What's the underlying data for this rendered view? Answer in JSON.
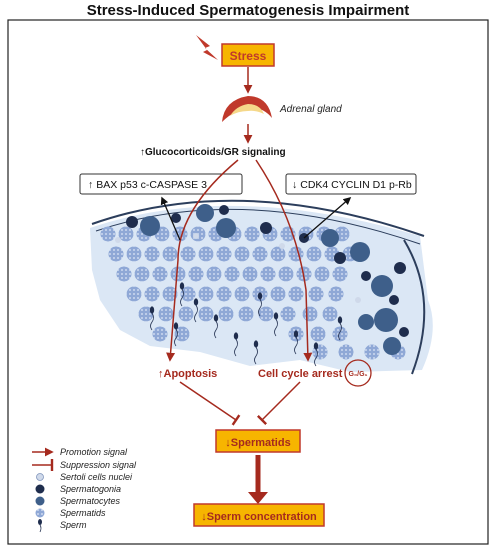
{
  "title": "Stress-Induced Spermatogenesis Impairment",
  "nodes": {
    "stress": "Stress",
    "adrenal": "Adrenal gland",
    "gc_arrow": "↑",
    "gc": "Glucocorticoids/GR signaling",
    "up_arrow": "↑",
    "up_markers": "BAX p53 c-CASPASE 3",
    "down_arrow": "↓",
    "down_markers": "CDK4 CYCLIN D1 p-Rb",
    "apoptosis_arrow": "↑",
    "apoptosis": "Apoptosis",
    "arrest": "Cell cycle arrest",
    "phase": "G₀/G₁",
    "spermatids_arrow": "↓",
    "spermatids": "Spermatids",
    "sperm_arrow": "↓",
    "sperm_conc": "Sperm concentration"
  },
  "legend": [
    {
      "label": "Promotion signal",
      "icon": "promotion-arrow-icon"
    },
    {
      "label": "Suppression signal",
      "icon": "suppression-bar-icon"
    },
    {
      "label": "Sertoli cells nuclei",
      "icon": "sertoli-nucleus-icon"
    },
    {
      "label": "Spermatogonia",
      "icon": "spermatogonia-icon"
    },
    {
      "label": "Spermatocytes",
      "icon": "spermatocyte-icon"
    },
    {
      "label": "Spermatids",
      "icon": "spermatid-icon"
    },
    {
      "label": "Sperm",
      "icon": "sperm-icon"
    }
  ],
  "colors": {
    "promotion": "#a52a1e",
    "box_fill": "#f7b500",
    "box_stroke": "#c0392b",
    "spermatogonia": "#1f2d4d",
    "spermatocyte": "#3e5f8a",
    "spermatid": "#8fa8d0",
    "tissue": "#dde8f5"
  }
}
